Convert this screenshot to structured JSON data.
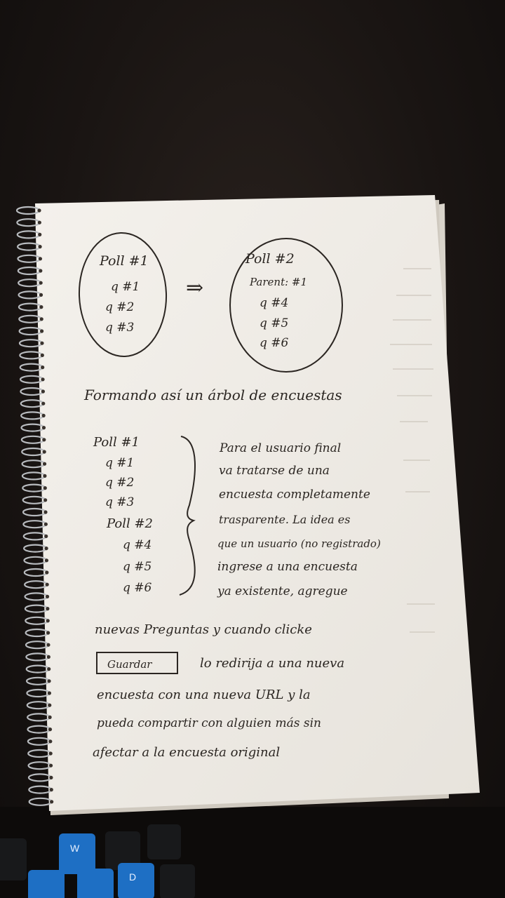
{
  "notebook": {
    "poll1_bubble": {
      "title": "Poll #1",
      "questions": [
        "q #1",
        "q #2",
        "q #3"
      ]
    },
    "arrow": "⇒",
    "poll2_bubble": {
      "title": "Poll #2",
      "parent": "Parent: #1",
      "questions": [
        "q #4",
        "q #5",
        "q #6"
      ]
    },
    "tree_caption": "Formando así un árbol de encuestas",
    "tree": {
      "root": "Poll #1",
      "root_questions": [
        "q #1",
        "q #2",
        "q #3"
      ],
      "child": "Poll #2",
      "child_questions": [
        "q #4",
        "q #5",
        "q #6"
      ]
    },
    "explanation_lines": [
      "Para el usuario final",
      "va tratarse de una",
      "encuesta completamente",
      "trasparente. La idea es",
      "que un usuario (no registrado)",
      "ingrese a una encuesta",
      "ya existente, agregue"
    ],
    "bottom_line1": "nuevas Preguntas y cuando clicke",
    "button_sketch_label": "Guardar",
    "bottom_line2_rest": "lo redirija a una nueva",
    "bottom_lines": [
      "encuesta con una nueva URL y la",
      "pueda compartir con alguien más sin",
      "afectar a la encuesta original"
    ]
  },
  "keyboard_keys": [
    "W",
    "D"
  ],
  "colors": {
    "paper": "#f1eee8",
    "ink": "#2b2622",
    "desk": "#1a1513",
    "key_blue": "#1e6fc4"
  }
}
